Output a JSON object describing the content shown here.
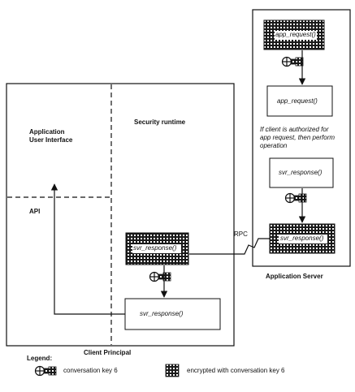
{
  "client": {
    "title": "Client Principal",
    "app_ui_line1": "Application",
    "app_ui_line2": "User Interface",
    "api_label": "API",
    "security_runtime": "Security runtime",
    "encrypted_msg": "svr_response()",
    "plain_msg": "svr_response()"
  },
  "server": {
    "title": "Application Server",
    "encrypted_request": "app_request()",
    "plain_request": "app_request()",
    "auth_note_1": "If client is authorized for",
    "auth_note_2": "app request, then perform",
    "auth_note_3": "operation",
    "plain_response": "svr_response()",
    "encrypted_response": "svr_response()"
  },
  "rpc_label": "RPC",
  "legend": {
    "title": "Legend:",
    "key_label": "conversation key 6",
    "encrypted_label": "encrypted with conversation key 6"
  },
  "colors": {
    "ink": "#111111",
    "grid": "#222222",
    "paper": "#ffffff"
  }
}
